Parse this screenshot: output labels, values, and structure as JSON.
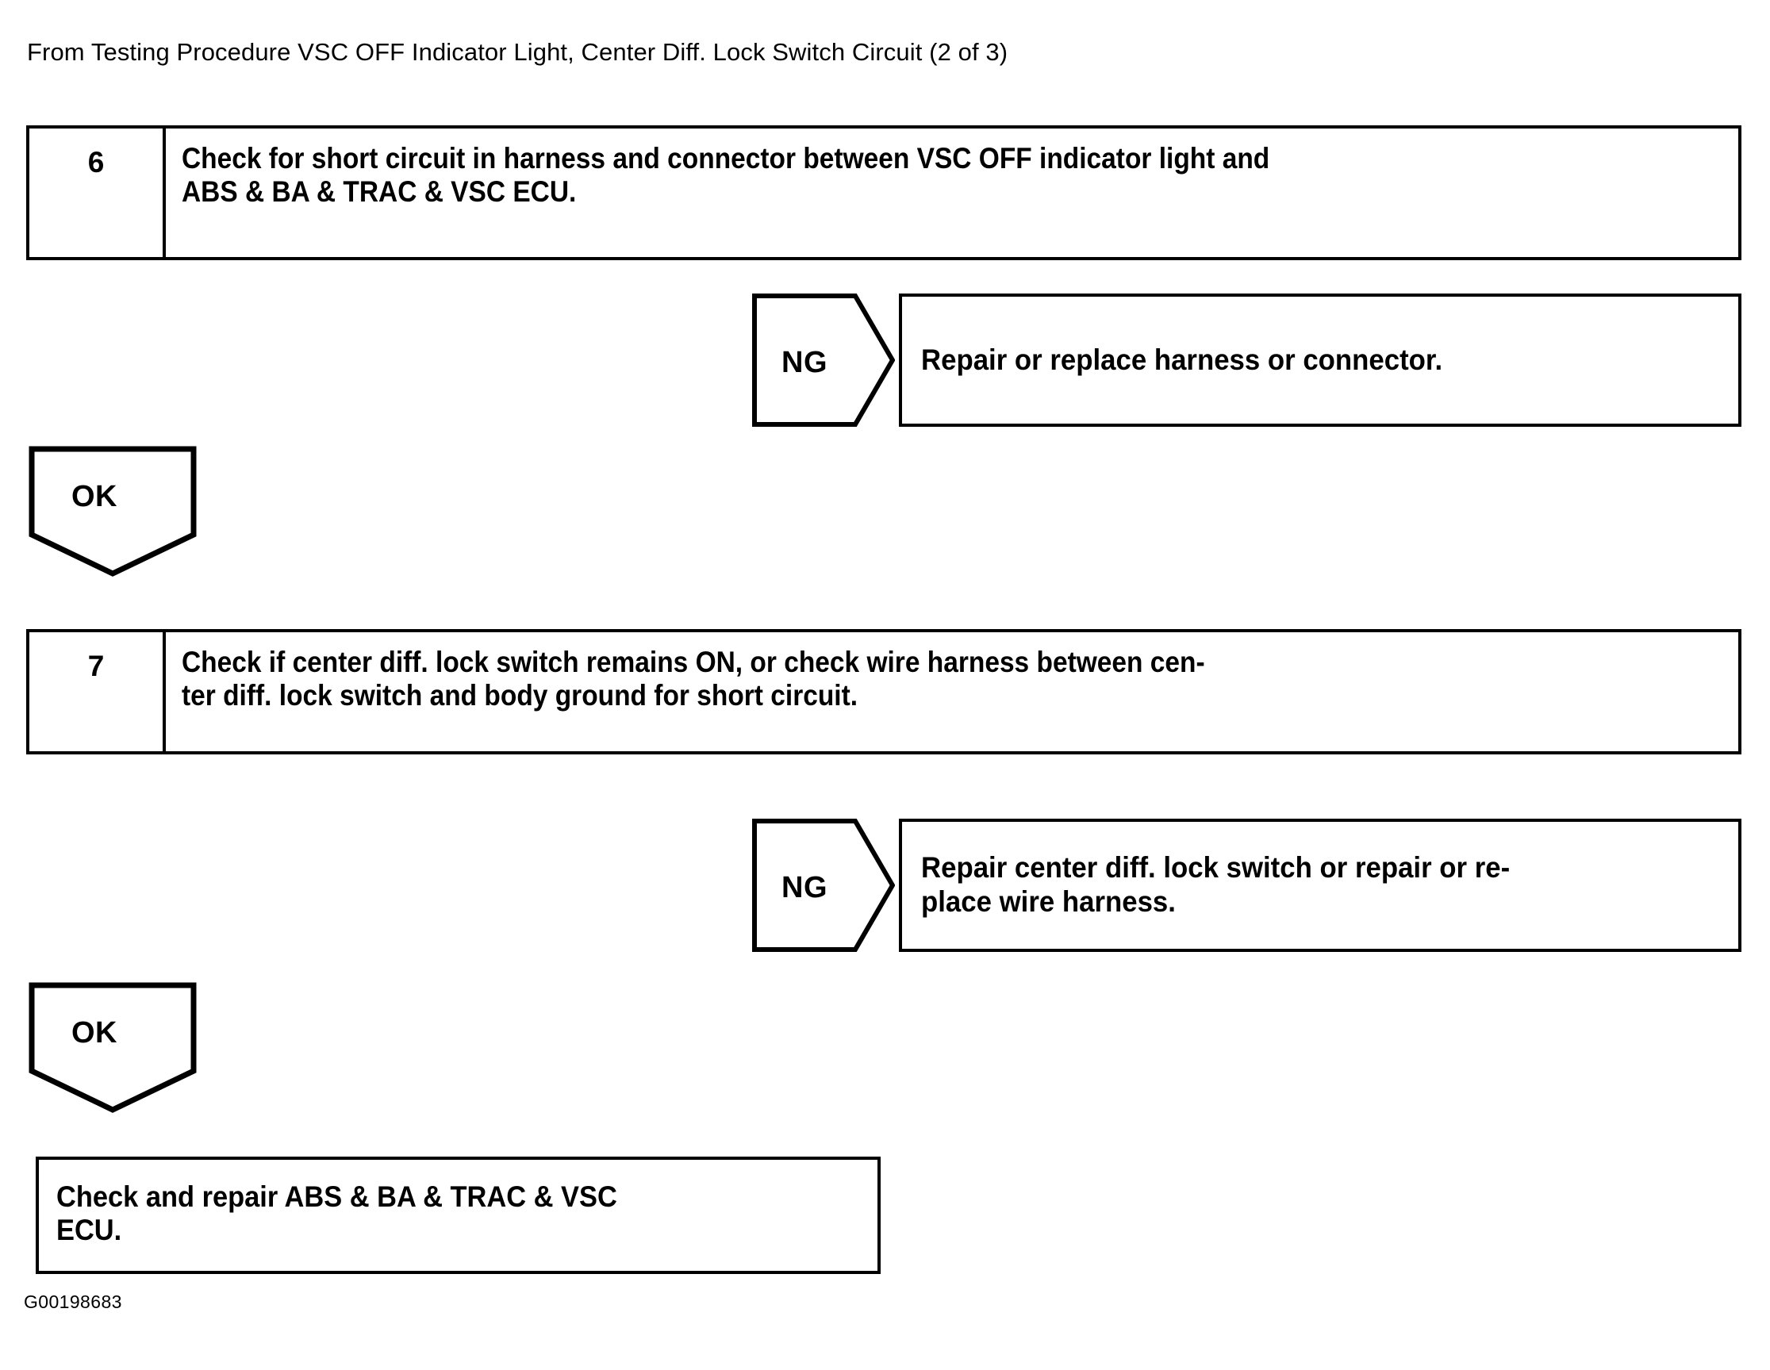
{
  "header": {
    "text": "From Testing Procedure VSC OFF Indicator Light, Center Diff. Lock Switch Circuit (2 of 3)"
  },
  "steps": [
    {
      "number": "6",
      "line1": "Check for short circuit in harness and connector between VSC OFF indicator light and",
      "line2": "ABS & BA & TRAC & VSC ECU."
    },
    {
      "number": "7",
      "line1": "Check if center diff. lock switch remains ON, or check wire harness between cen-",
      "line2": "ter diff. lock switch and body ground for short circuit."
    }
  ],
  "branches": [
    {
      "label": "NG",
      "result_line1": "Repair or replace harness or connector.",
      "result_line2": ""
    },
    {
      "label": "NG",
      "result_line1": "Repair center diff. lock switch or repair or re-",
      "result_line2": "place wire harness."
    }
  ],
  "ok_connectors": [
    {
      "label": "OK"
    },
    {
      "label": "OK"
    }
  ],
  "final": {
    "line1": "Check and repair ABS & BA & TRAC & VSC",
    "line2": "ECU."
  },
  "figure_id": "G00198683",
  "colors": {
    "ink": "#000000",
    "paper": "#ffffff"
  }
}
